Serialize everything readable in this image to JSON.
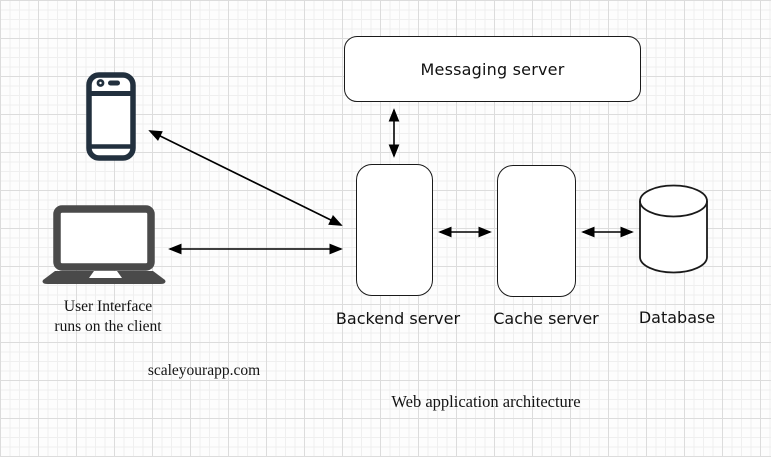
{
  "diagram": {
    "title": "Web application architecture",
    "watermark": "scaleyourapp.com",
    "client_caption": {
      "line1": "User Interface",
      "line2": "runs on the client"
    },
    "nodes": [
      {
        "id": "messaging-server",
        "label": "Messaging server",
        "shape": "rounded-rect"
      },
      {
        "id": "backend-server",
        "label": "Backend server",
        "shape": "rounded-rect"
      },
      {
        "id": "cache-server",
        "label": "Cache server",
        "shape": "rounded-rect"
      },
      {
        "id": "database",
        "label": "Database",
        "shape": "cylinder"
      }
    ],
    "icons": [
      {
        "name": "smartphone-icon"
      },
      {
        "name": "laptop-icon"
      }
    ],
    "edges": [
      {
        "from": "smartphone",
        "to": "backend-server",
        "type": "double-arrow"
      },
      {
        "from": "laptop",
        "to": "backend-server",
        "type": "double-arrow"
      },
      {
        "from": "messaging-server",
        "to": "backend-server",
        "type": "double-arrow"
      },
      {
        "from": "backend-server",
        "to": "cache-server",
        "type": "double-arrow"
      },
      {
        "from": "cache-server",
        "to": "database",
        "type": "double-arrow"
      }
    ],
    "colors": {
      "smartphone": "#22303e",
      "laptop": "#4a4a4a",
      "node_border": "#1a1a1a",
      "arrow": "#000000",
      "background": "#fdfdfd",
      "grid_minor": "#efefef",
      "grid_major": "#dcdcdc",
      "text": "#111111"
    }
  }
}
